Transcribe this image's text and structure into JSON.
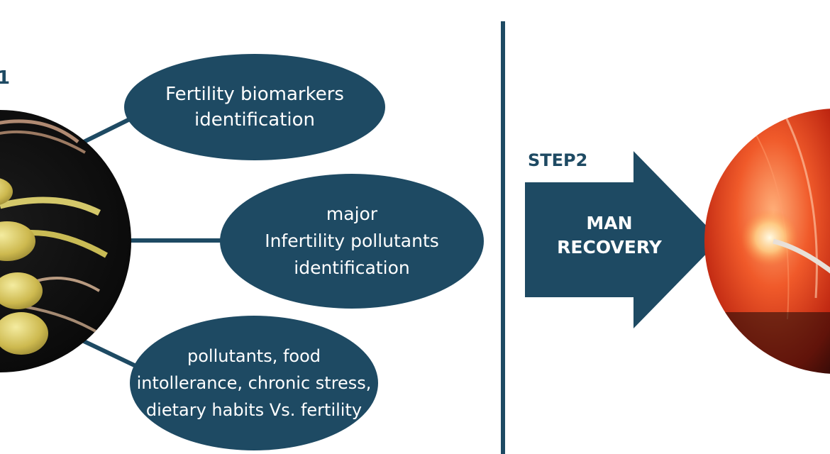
{
  "colors": {
    "navy": "#1e4a63",
    "white": "#ffffff"
  },
  "step1_fragment": "1",
  "ellipses": [
    {
      "text": "Fertility biomarkers\nidentification"
    },
    {
      "text": "major\nInfertility pollutants\nidentification"
    },
    {
      "text": "pollutants, food\nintollerance, chronic stress,\ndietary habits Vs. fertility"
    }
  ],
  "step2": {
    "label": "STEP2",
    "arrow_text": "MAN\nRECOVERY"
  }
}
